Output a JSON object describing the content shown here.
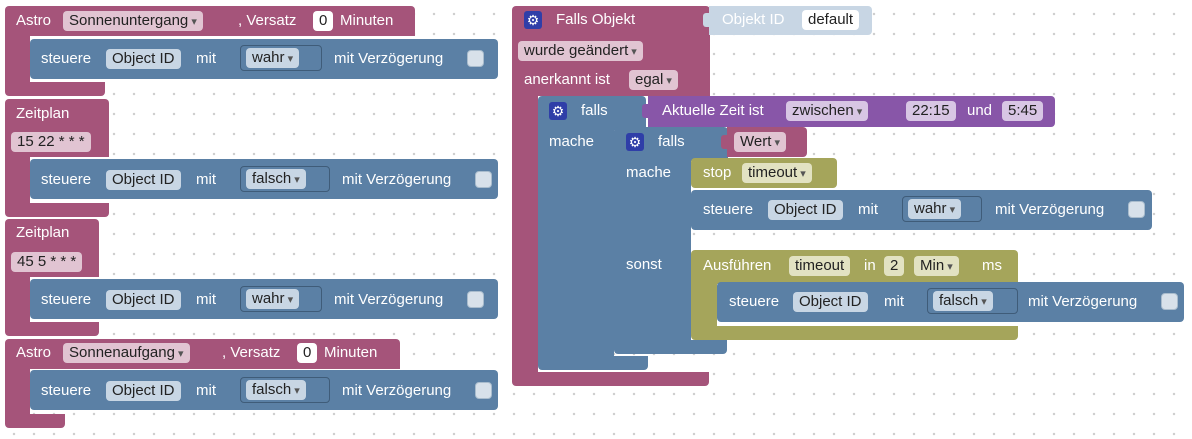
{
  "astro1": {
    "label": "Astro",
    "event": "Sonnenuntergang",
    "versatz_label": ", Versatz",
    "offset": "0",
    "unit": "Minuten"
  },
  "astro2": {
    "label": "Astro",
    "event": "Sonnenaufgang",
    "versatz_label": ", Versatz",
    "offset": "0",
    "unit": "Minuten"
  },
  "schedule1": {
    "label": "Zeitplan",
    "cron": "15 22 * * *"
  },
  "schedule2": {
    "label": "Zeitplan",
    "cron": "45 5 * * *"
  },
  "control": {
    "label": "steuere",
    "object": "Object ID",
    "with": "mit",
    "delay": "mit Verzögerung"
  },
  "values": {
    "true": "wahr",
    "false": "falsch"
  },
  "trigger": {
    "title": "Falls Objekt",
    "object_label": "Objekt ID",
    "object_value": "default",
    "changed": "wurde geändert",
    "acked_label": "anerkannt ist",
    "acked_value": "egal"
  },
  "if1": {
    "label": "falls",
    "do": "mache",
    "time_label": "Aktuelle Zeit ist",
    "mode": "zwischen",
    "from": "22:15",
    "and": "und",
    "to": "5:45"
  },
  "if2": {
    "label": "falls",
    "value": "Wert",
    "do": "mache",
    "else": "sonst"
  },
  "stop": {
    "label": "stop",
    "name": "timeout"
  },
  "exec": {
    "label": "Ausführen",
    "name": "timeout",
    "in": "in",
    "amount": "2",
    "unit": "Min",
    "ms": "ms"
  },
  "colors": {
    "trigger": "#a5547a",
    "action": "#5b80a5",
    "logic": "#8856a8",
    "timer": "#a5a55b"
  }
}
